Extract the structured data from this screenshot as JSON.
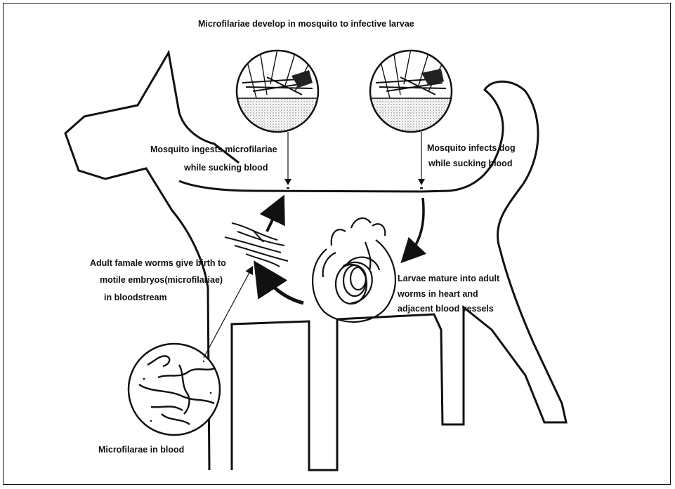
{
  "diagram": {
    "top_caption": "Microfilariae develop in mosquito to infective larvae",
    "ingest_line1": "Mosquito ingests microfilariae",
    "ingest_line2": "while sucking blood",
    "infect_line1": "Mosquito infects dog",
    "infect_line2": "while sucking blood",
    "birth_line1": "Adult famale worms give birth to",
    "birth_line2": "motile embryos(microfilariae)",
    "birth_line3": "in bloodstream",
    "mature_line1": "Larvae mature into adult",
    "mature_line2": "worms in heart and",
    "mature_line3": "adjacent blood vessels",
    "blood_caption": "Microfilarae in blood"
  }
}
